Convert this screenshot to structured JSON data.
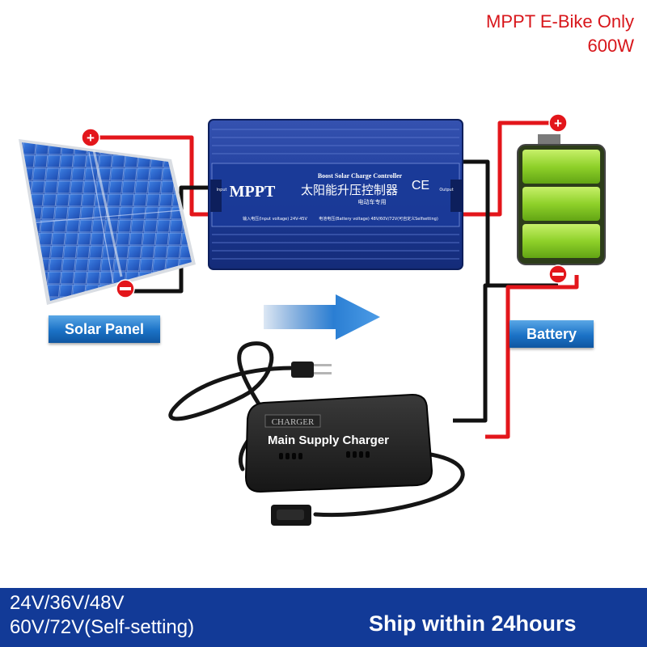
{
  "header": {
    "line1": "MPPT E-Bike Only",
    "line2": "600W",
    "color": "#d8161b"
  },
  "labels": {
    "solar_panel": "Solar Panel",
    "battery": "Battery"
  },
  "controller": {
    "title_small": "Boost Solar Charge Controller",
    "title_big": "MPPT",
    "title_chinese": "太阳能升压控制器",
    "subtitle_chinese": "电动车专用",
    "ce_mark": "CE",
    "input_spec": "输入电压(Input voltage) 24V-45V",
    "battery_spec": "电池电压(Battery voltage) 48V/60V/72V(可自定义Selfsetting)",
    "left_port": "Input",
    "right_port": "Output"
  },
  "charger": {
    "badge": "CHARGER",
    "label": "Main Supply Charger"
  },
  "footer": {
    "voltage_line1": "24V/36V/48V",
    "voltage_line2": "60V/72V(Self-setting)",
    "shipping": "Ship within 24hours",
    "background_color": "#123a97"
  },
  "wire_colors": {
    "positive": "#e3161b",
    "negative": "#111111"
  },
  "icons": [
    "plus-terminal-icon",
    "minus-terminal-icon",
    "flow-arrow-icon",
    "plug-icon"
  ]
}
